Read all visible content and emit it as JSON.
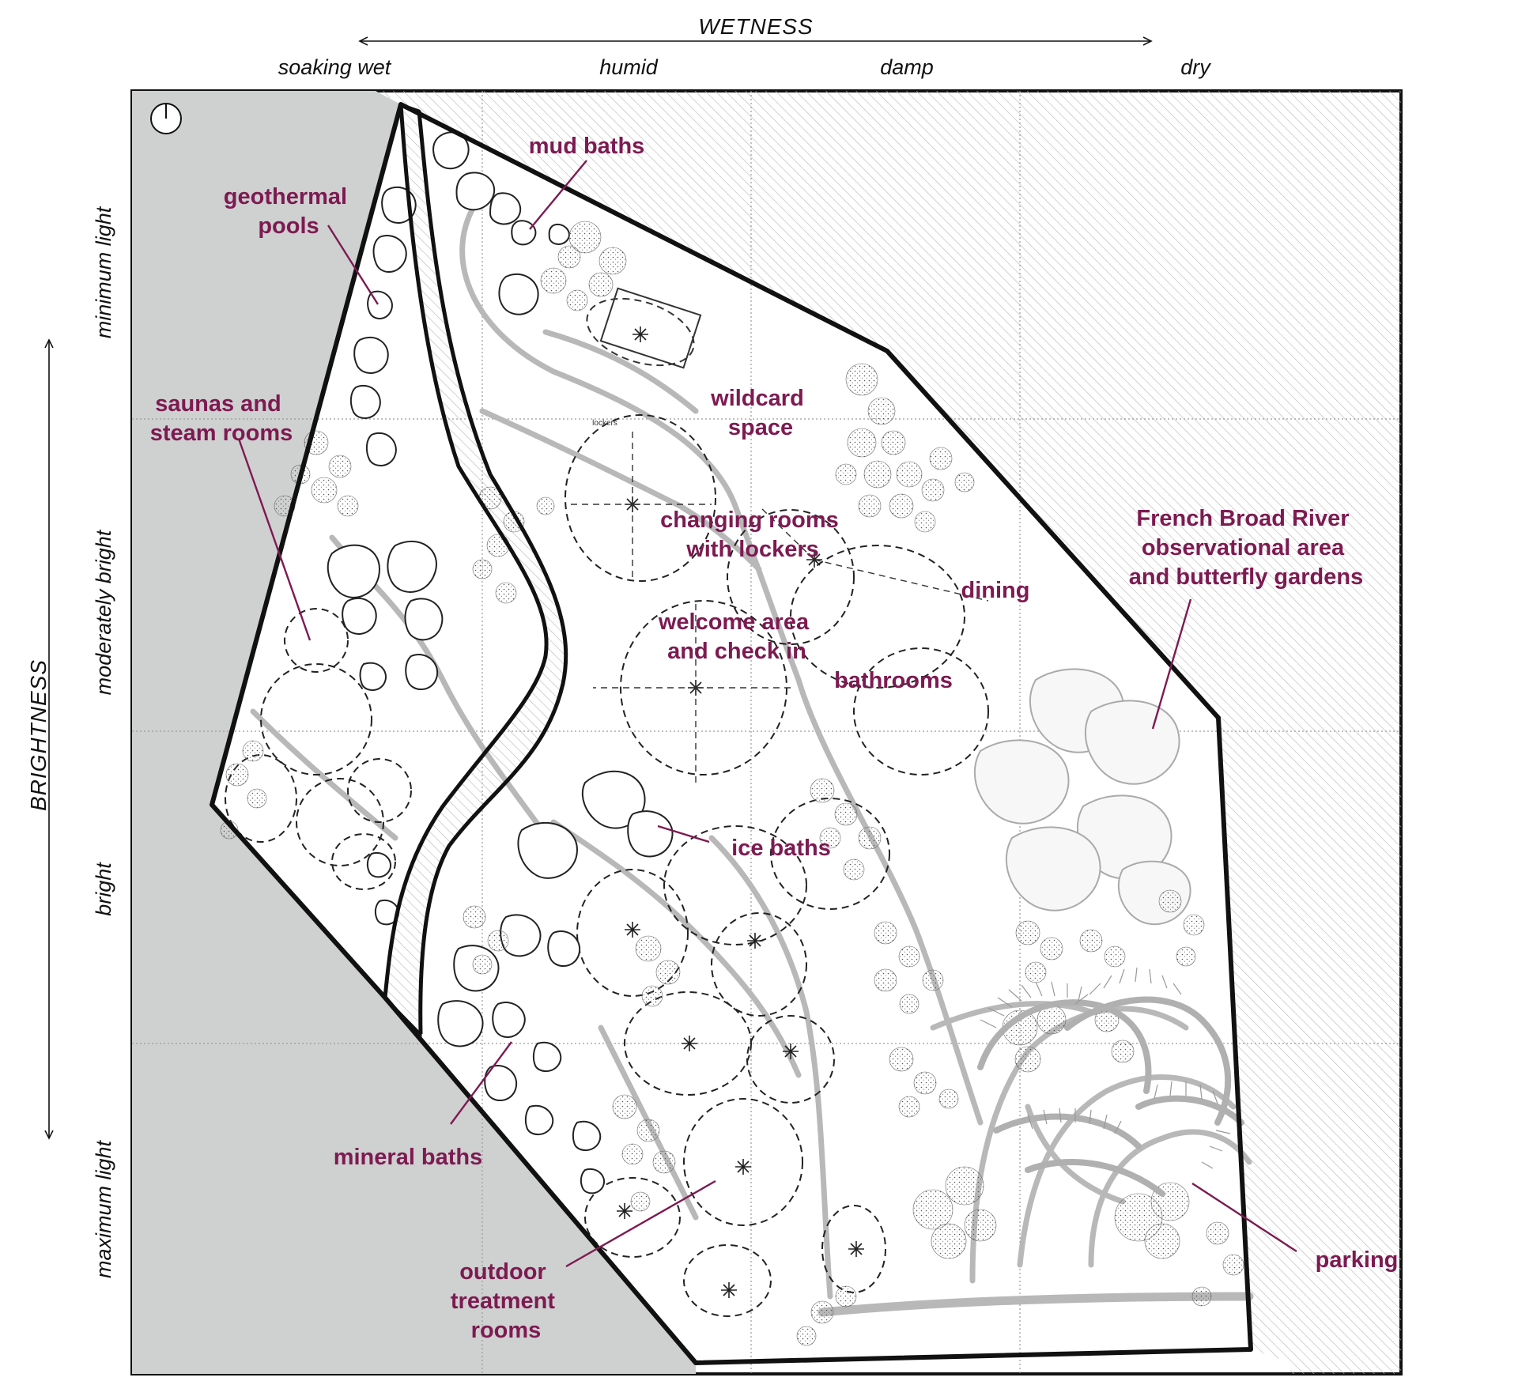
{
  "colors": {
    "label": "#7d1a52",
    "outside": "#cfd0d0",
    "path": "#b8b8b8",
    "border": "#111111"
  },
  "axes": {
    "x_title": "WETNESS",
    "x_ticks": [
      "soaking wet",
      "humid",
      "damp",
      "dry"
    ],
    "y_title": "BRIGHTNESS",
    "y_ticks": [
      "minimum light",
      "moderately bright",
      "bright",
      "maximum light"
    ]
  },
  "north_icon": "north-arrow-icon",
  "zones": [
    {
      "id": "mud-baths",
      "lines": [
        "mud baths"
      ]
    },
    {
      "id": "geothermal-pools",
      "lines": [
        "geothermal",
        "pools"
      ]
    },
    {
      "id": "saunas",
      "lines": [
        "saunas and",
        "steam rooms"
      ]
    },
    {
      "id": "wildcard",
      "lines": [
        "wildcard",
        "space"
      ]
    },
    {
      "id": "lockers",
      "lines": [
        "changing rooms",
        "with lockers"
      ]
    },
    {
      "id": "dining",
      "lines": [
        "dining"
      ]
    },
    {
      "id": "welcome",
      "lines": [
        "welcome area",
        "and check in"
      ]
    },
    {
      "id": "bathrooms",
      "lines": [
        "bathrooms"
      ]
    },
    {
      "id": "river",
      "lines": [
        "French Broad River",
        "observational area",
        "and butterfly gardens"
      ]
    },
    {
      "id": "ice-baths",
      "lines": [
        "ice baths"
      ]
    },
    {
      "id": "mineral-baths",
      "lines": [
        "mineral baths"
      ]
    },
    {
      "id": "treatment",
      "lines": [
        "outdoor",
        "treatment",
        "rooms"
      ]
    },
    {
      "id": "parking",
      "lines": [
        "parking"
      ]
    }
  ],
  "small_labels": {
    "lockers_tag": "lockers"
  }
}
